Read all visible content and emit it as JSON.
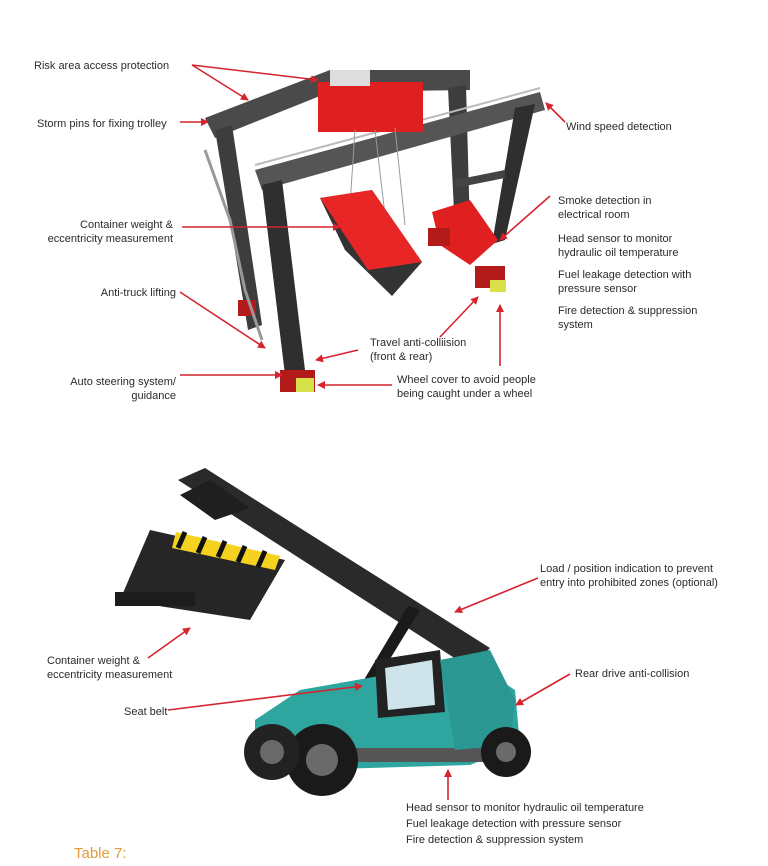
{
  "crane": {
    "labels": {
      "risk_area": "Risk area access protection",
      "storm_pins": "Storm pins for fixing trolley",
      "wind_speed": "Wind speed detection",
      "container_weight_1": "Container weight &",
      "container_weight_2": "eccentricity measurement",
      "anti_truck": "Anti-truck lifting",
      "smoke_1": "Smoke detection in",
      "smoke_2": "electrical room",
      "head_sensor_1": "Head sensor to monitor",
      "head_sensor_2": "hydraulic oil temperature",
      "fuel_leak_1": "Fuel leakage detection with",
      "fuel_leak_2": "pressure sensor",
      "fire_1": "Fire detection & suppression",
      "fire_2": "system",
      "travel_1": "Travel anti-colliision",
      "travel_2": "(front & rear)",
      "auto_steer_1": "Auto steering system/",
      "auto_steer_2": "guidance",
      "wheel_cover_1": "Wheel cover to avoid people",
      "wheel_cover_2": "being caught under a wheel"
    }
  },
  "reachstacker": {
    "labels": {
      "load_pos_1": "Load / position indication to prevent",
      "load_pos_2": "entry into prohibited zones (optional)",
      "container_weight_1": "Container weight &",
      "container_weight_2": "eccentricity measurement",
      "rear_drive": "Rear drive anti-collision",
      "seat_belt": "Seat belt",
      "head_sensor": "Head sensor to monitor hydraulic oil temperature",
      "fuel_leak": "Fuel leakage detection with pressure sensor",
      "fire": "Fire detection & suppression system"
    }
  },
  "caption": "Table 7:",
  "colors": {
    "arrow": "#d6232e",
    "crane_red": "#e02020",
    "steel": "#3a3a3a",
    "teal": "#2fa5a0",
    "caption": "#e39a3c"
  }
}
